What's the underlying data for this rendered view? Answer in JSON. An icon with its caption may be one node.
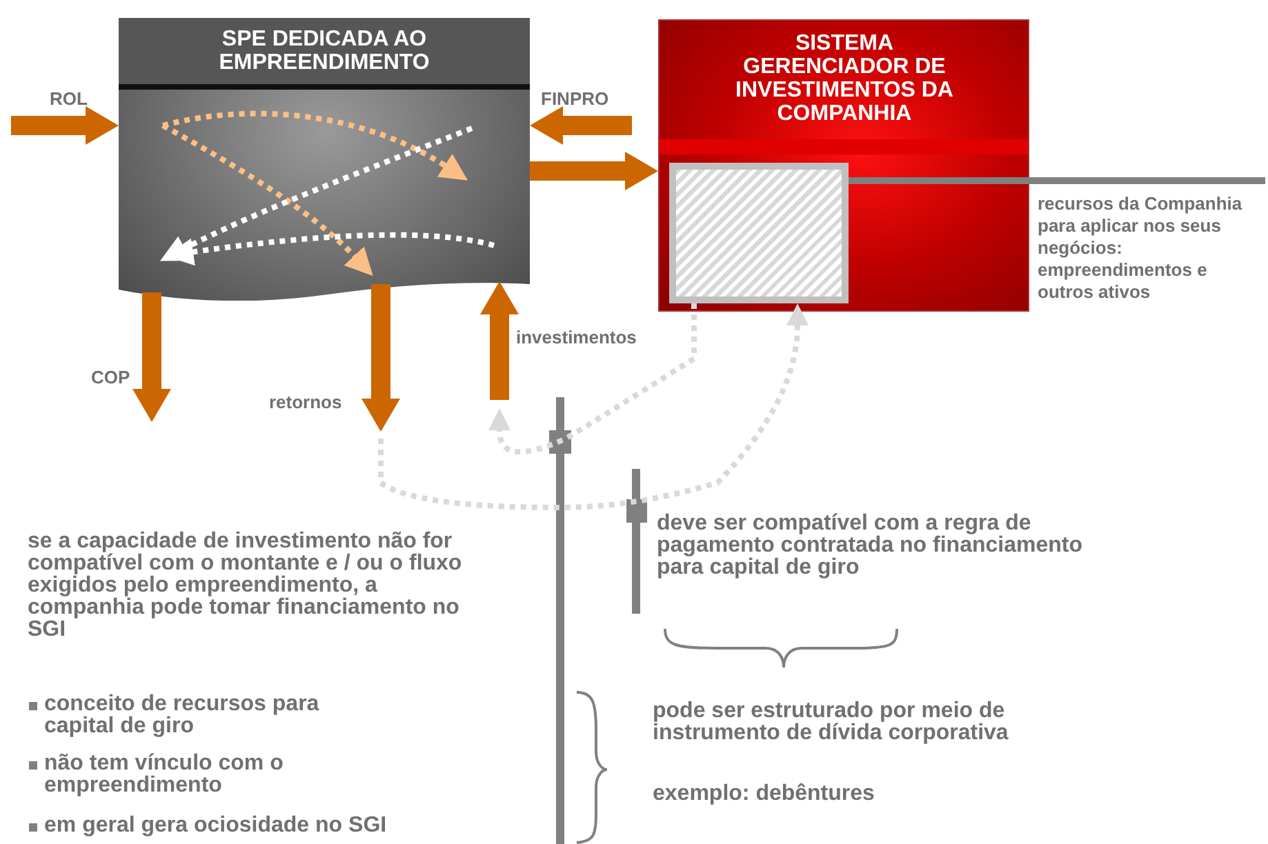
{
  "diagram": {
    "nodes": [
      {
        "text": [
          "SPE DEDICADA AO EMPREENDIMENTO"
        ]
      },
      {
        "text": [
          "SISTEMA GERENCIADOR DE INVESTIMENTOS DA COMPANHIA"
        ]
      },
      {
        "text": [],
        "shape": "box",
        "in": 1
      },
      {
        "text": [
          "recursos da Companhia para aplicar nos seus negócios: empreendimentos e outros ativos"
        ]
      }
    ],
    "edges": [
      {
        "from": null,
        "to": 0,
        "arrow": "to",
        "label": "ROL"
      },
      {
        "from": null,
        "to": 0,
        "arrow": "to",
        "label": "FINPRO"
      },
      {
        "from": 0,
        "to": 1,
        "arrow": "to"
      },
      {
        "from": 0,
        "to": null,
        "arrow": "to",
        "label": "COP"
      },
      {
        "from": 0,
        "to": null,
        "arrow": "to",
        "label": "retornos"
      },
      {
        "from": null,
        "to": 0,
        "arrow": "to",
        "label": "investimentos"
      },
      {
        "from": null,
        "to": 2,
        "arrow": "to",
        "style": "dashed",
        "color": "#d9d9d9"
      },
      {
        "from": 2,
        "to": null,
        "arrow": "to",
        "style": "dashed",
        "color": "#d9d9d9"
      },
      {
        "from": 3,
        "to": 2,
        "arrow": "none",
        "color": "#808080"
      }
    ],
    "labels": [
      "deve ser compatível com a regra de pagamento contratada no financiamento para capital de giro",
      "se a capacidade de investimento não for compatível com o montante e / ou o fluxo exigidos pelo empreendimento, a companhia pode tomar financiamento no SGI",
      "conceito de recursos para capital de giro",
      "não tem vínculo com o empreendimento",
      "em geral gera ociosidade no SGI",
      "pode ser estruturado por meio de instrumento de dívida corporativa",
      "exemplo: debêntures"
    ]
  }
}
